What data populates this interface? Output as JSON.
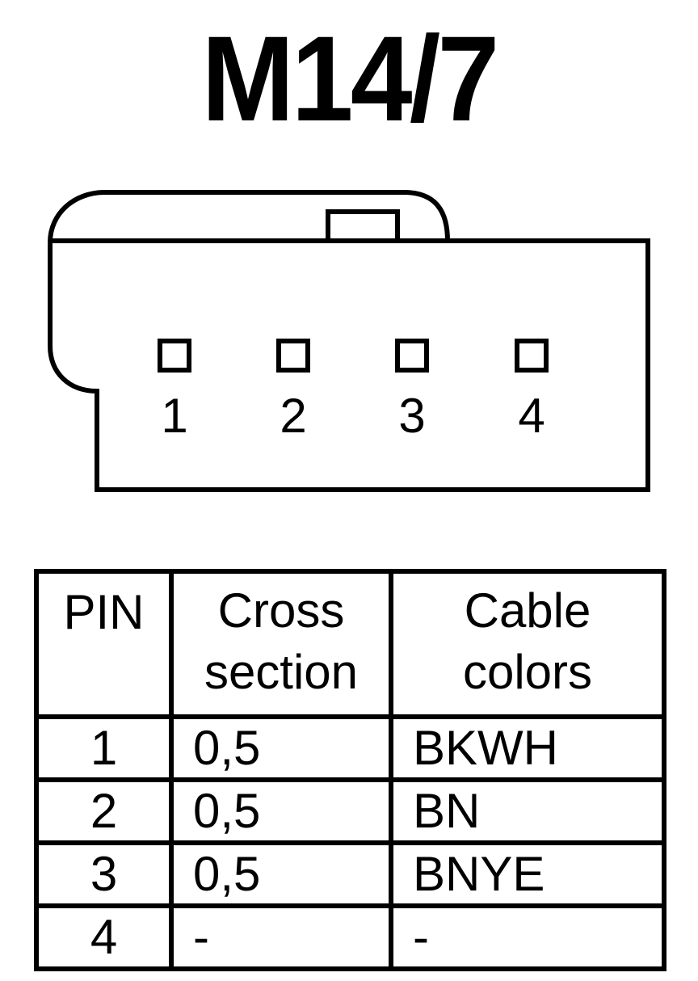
{
  "title": "M14/7",
  "connector": {
    "pins": [
      "1",
      "2",
      "3",
      "4"
    ]
  },
  "table": {
    "headers": {
      "pin": "PIN",
      "cross_line1": "Cross",
      "cross_line2": "section",
      "colors_line1": "Cable",
      "colors_line2": "colors"
    },
    "rows": [
      {
        "pin": "1",
        "cross_section": "0,5",
        "cable_color": "BKWH"
      },
      {
        "pin": "2",
        "cross_section": "0,5",
        "cable_color": "BN"
      },
      {
        "pin": "3",
        "cross_section": "0,5",
        "cable_color": "BNYE"
      },
      {
        "pin": "4",
        "cross_section": "-",
        "cable_color": "-"
      }
    ]
  }
}
